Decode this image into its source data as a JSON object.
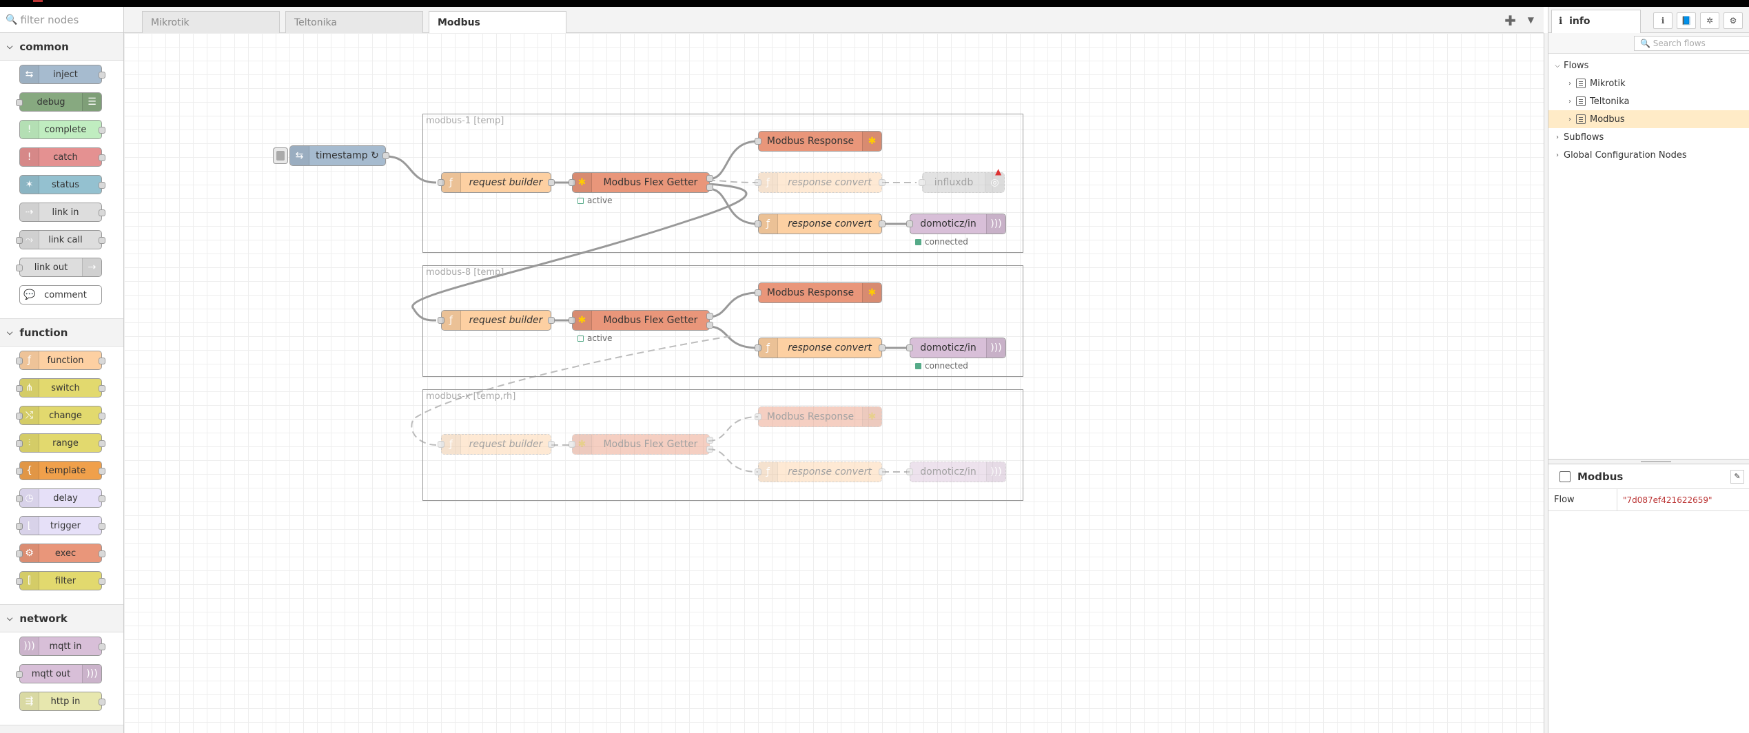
{
  "palette": {
    "filter_placeholder": "filter nodes",
    "categories": [
      {
        "name": "common",
        "nodes": [
          "inject",
          "debug",
          "complete",
          "catch",
          "status",
          "link in",
          "link call",
          "link out",
          "comment"
        ]
      },
      {
        "name": "function",
        "nodes": [
          "function",
          "switch",
          "change",
          "range",
          "template",
          "delay",
          "trigger",
          "exec",
          "filter"
        ]
      },
      {
        "name": "network",
        "nodes": [
          "mqtt in",
          "mqtt out",
          "http in"
        ]
      }
    ]
  },
  "workspace": {
    "tabs": [
      "Mikrotik",
      "Teltonika",
      "Modbus"
    ],
    "active_tab": "Modbus",
    "groups": [
      "modbus-1 [temp]",
      "modbus-8 [temp]",
      "modbus-x [temp,rh]"
    ],
    "nodes": {
      "timestamp": "timestamp ↻",
      "request_builder": "request builder",
      "modbus_flex_getter": "Modbus Flex Getter",
      "modbus_response": "Modbus Response",
      "response_convert": "response convert",
      "influxdb": "influxdb",
      "domoticz_in": "domoticz/in"
    },
    "status": {
      "active": "active",
      "connected": "connected"
    }
  },
  "sidebar": {
    "tab_label": "info",
    "search_placeholder": "Search flows",
    "tree": {
      "flows": "Flows",
      "flow_items": [
        "Mikrotik",
        "Teltonika",
        "Modbus"
      ],
      "subflows": "Subflows",
      "global_config": "Global Configuration Nodes"
    },
    "properties": {
      "title": "Modbus",
      "key": "Flow",
      "value": "\"7d087ef421622659\""
    }
  },
  "colors": {
    "inject": "#a6bbcf",
    "debug": "#87a980",
    "complete": "#c0edc0",
    "catch": "#e49191",
    "status": "#94c1d0",
    "link": "#dddddd",
    "function": "#fdd0a2",
    "switch": "#e2d96e",
    "template": "#f0a04b",
    "delay": "#e6e0f8",
    "exec": "#e9967a",
    "mqtt": "#d8bfd8",
    "http": "#e7e7ae",
    "modbus": "#e9967a",
    "influx": "#c0c0c0"
  }
}
